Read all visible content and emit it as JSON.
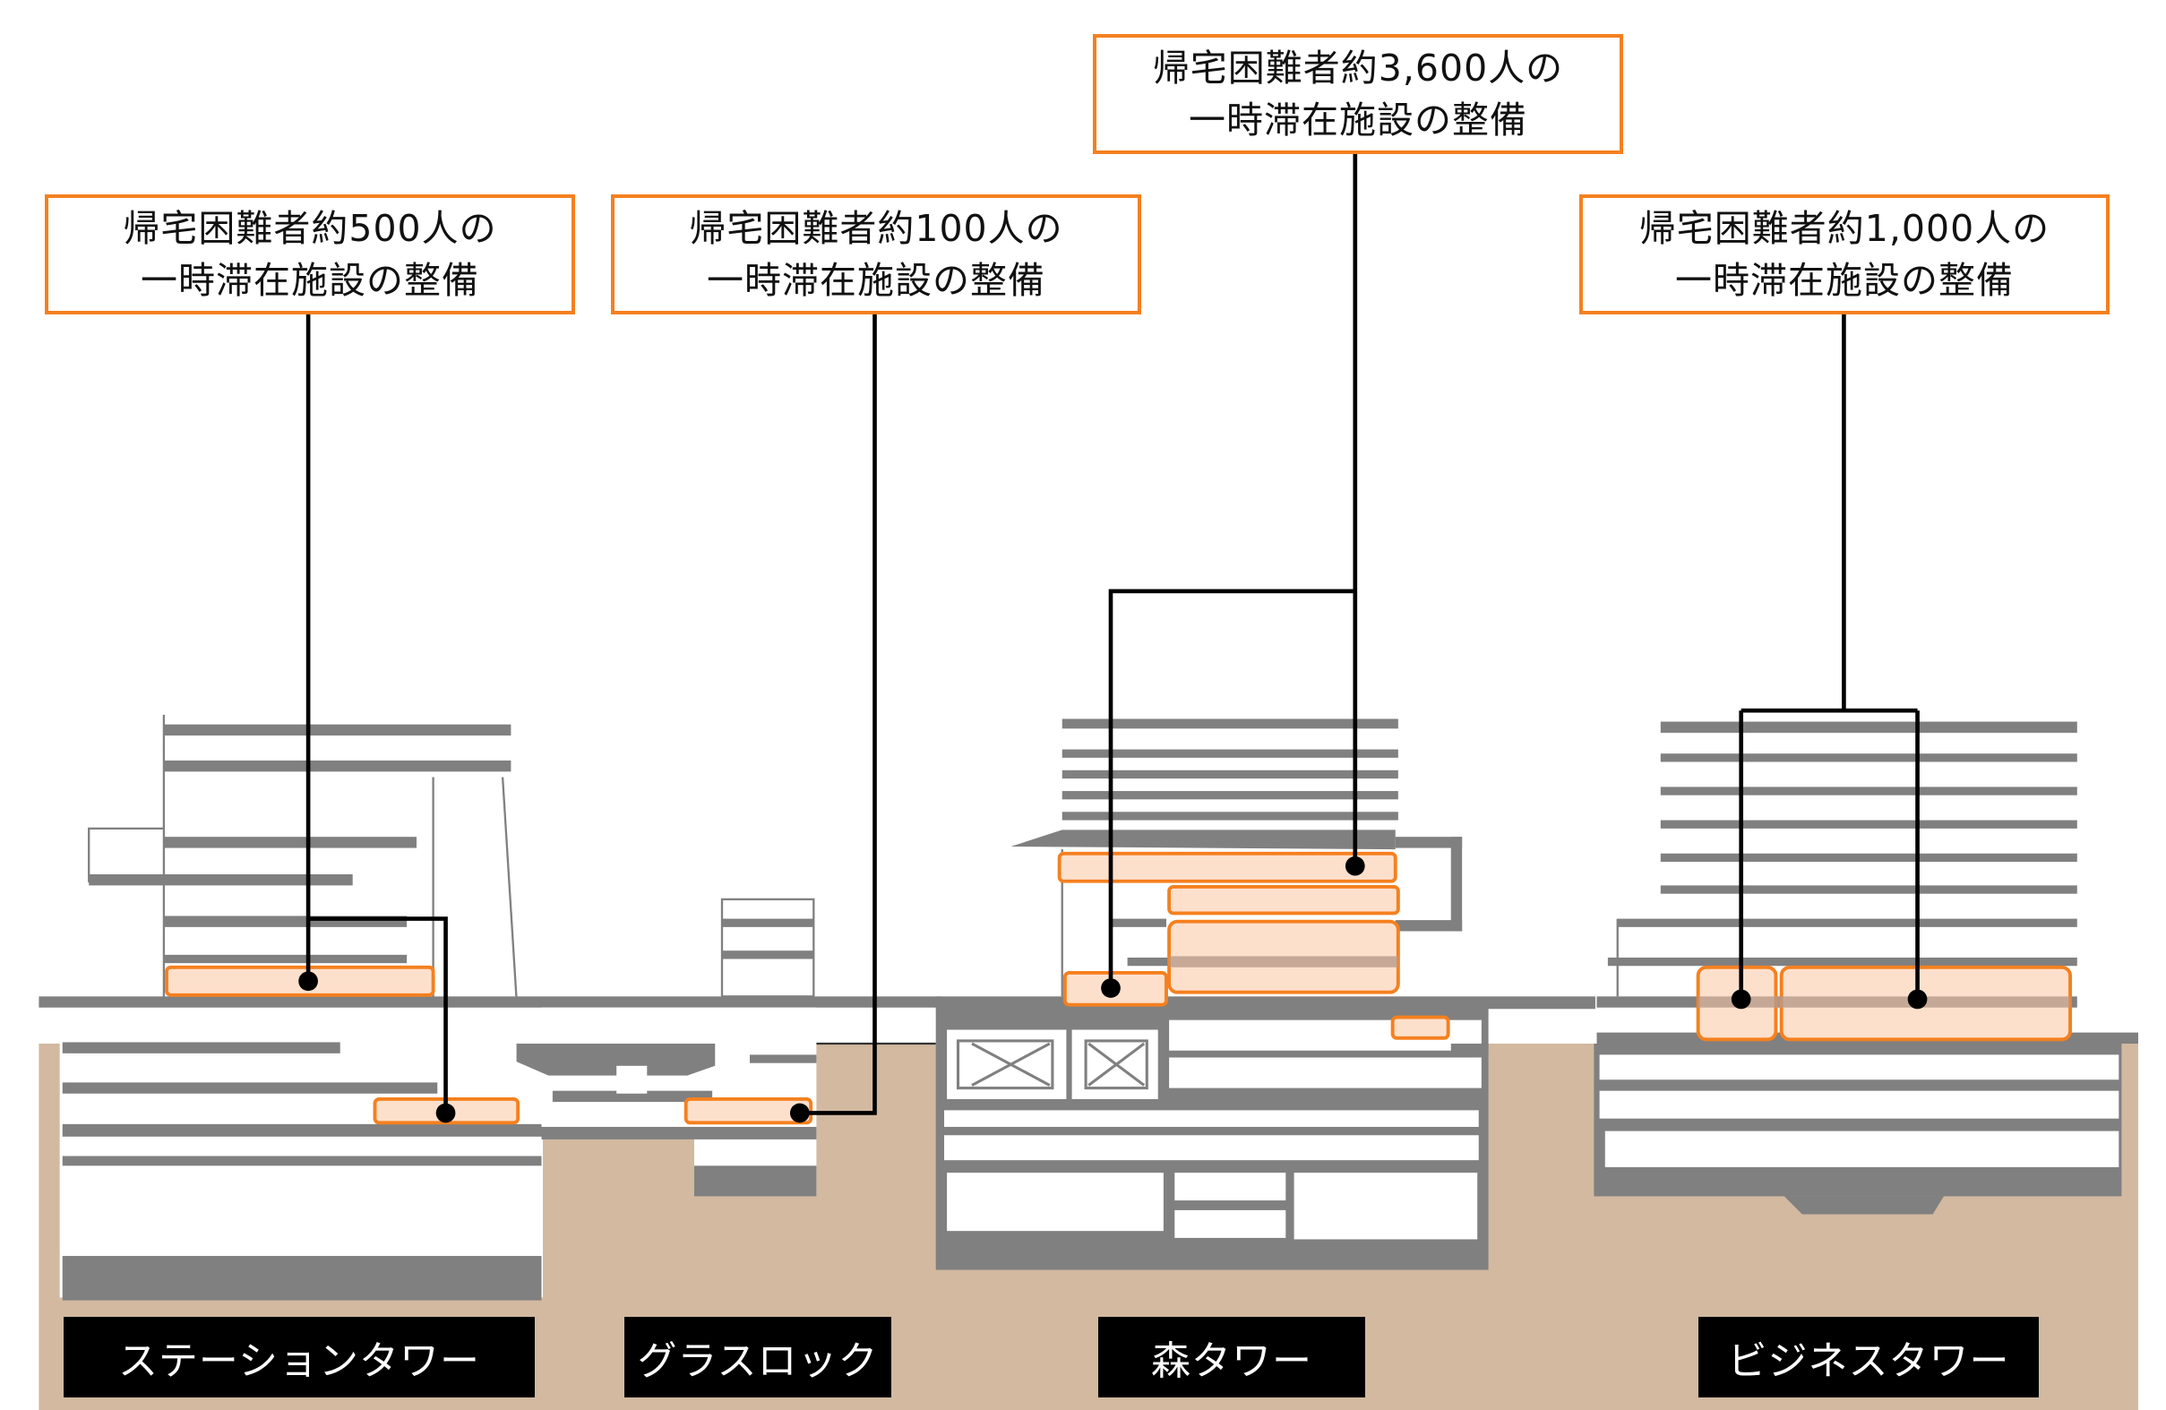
{
  "callouts": [
    {
      "line1": "帰宅困難者約500人の",
      "line2": "一時滞在施設の整備"
    },
    {
      "line1": "帰宅困難者約100人の",
      "line2": "一時滞在施設の整備"
    },
    {
      "line1": "帰宅困難者約3,600人の",
      "line2": "一時滞在施設の整備"
    },
    {
      "line1": "帰宅困難者約1,000人の",
      "line2": "一時滞在施設の整備"
    }
  ],
  "buildings": [
    {
      "name": "ステーションタワー"
    },
    {
      "name": "グラスロック"
    },
    {
      "name": "森タワー"
    },
    {
      "name": "ビジネスタワー"
    }
  ],
  "colors": {
    "accent": "#f5801f",
    "highlight_fill": "#fde0cc",
    "structure": "#808080",
    "ground": "#d2b9a0"
  }
}
